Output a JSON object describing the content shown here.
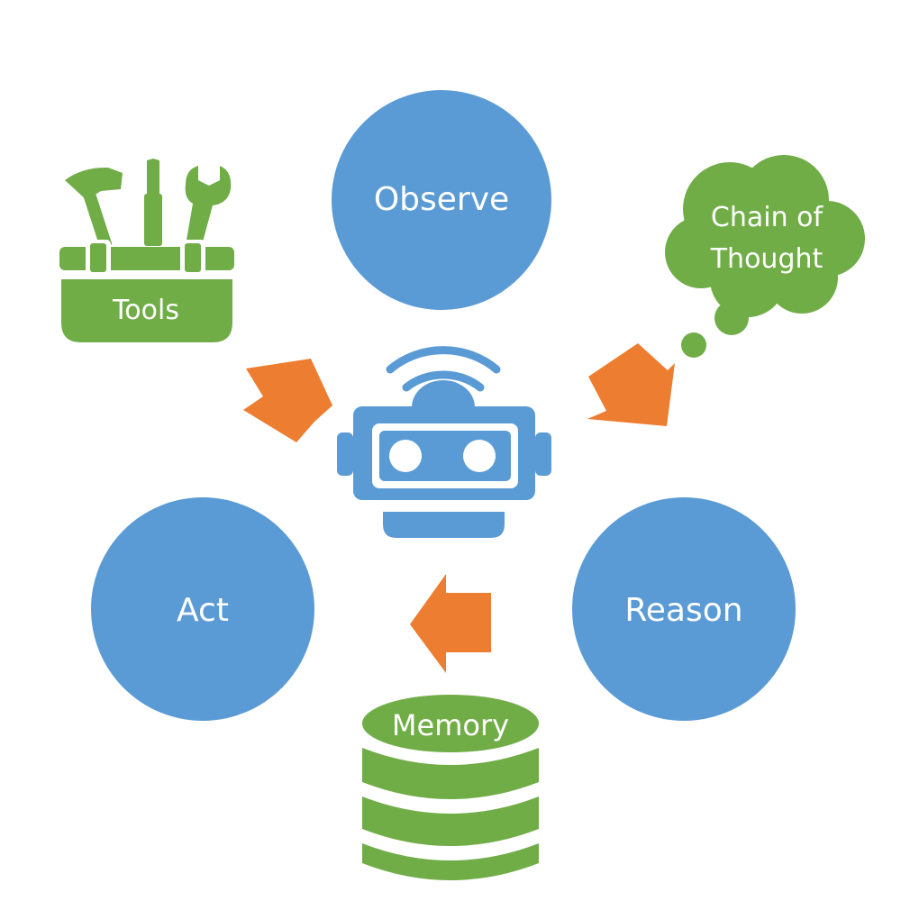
{
  "nodes": {
    "observe": "Observe",
    "reason": "Reason",
    "act": "Act"
  },
  "tools": {
    "label": "Tools"
  },
  "thought": {
    "line1": "Chain of",
    "line2": "Thought"
  },
  "memory": {
    "label": "Memory"
  },
  "colors": {
    "node_blue": "#5b9bd5",
    "green": "#70ad47",
    "arrow_orange": "#ed7d31",
    "white": "#ffffff"
  },
  "icons": {
    "center": "robot-icon",
    "tools": "toolbox-icon",
    "thought": "thought-cloud-icon",
    "memory": "database-icon"
  }
}
